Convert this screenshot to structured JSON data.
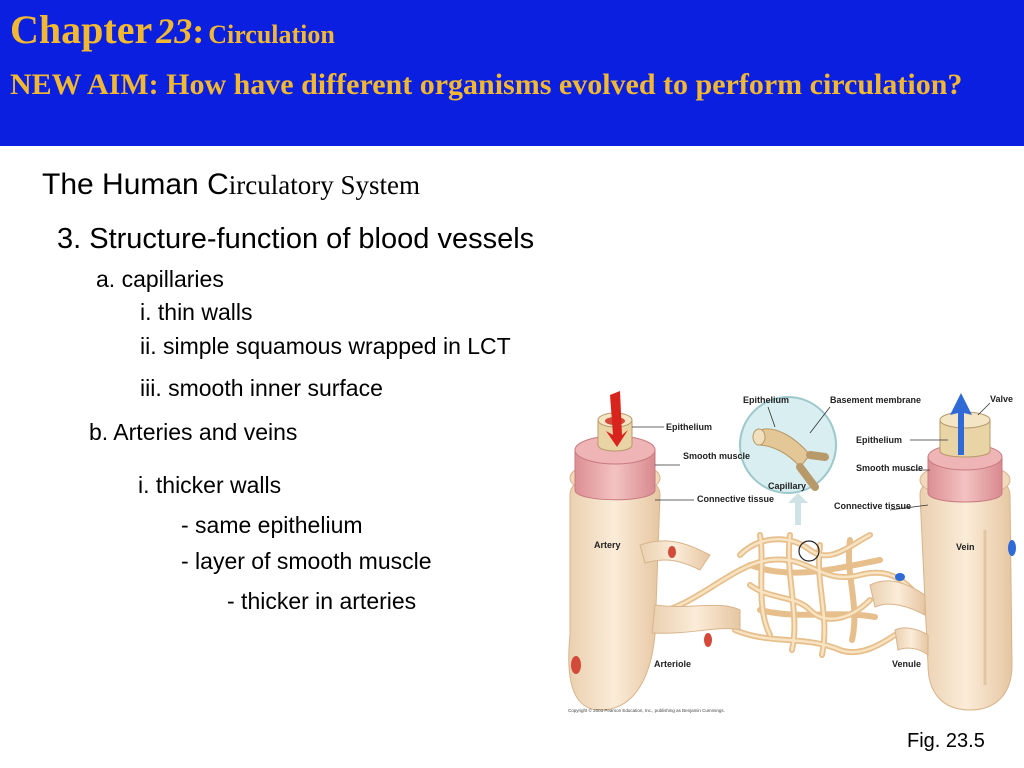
{
  "header": {
    "chapter_word": "Chapter",
    "chapter_number": "23",
    "chapter_colon": ":",
    "chapter_topic": "Circulation",
    "aim": "NEW AIM: How have different organisms evolved to perform circulation?"
  },
  "section": {
    "title_sans": "The Human C",
    "title_serif": "irculatory System"
  },
  "outline": {
    "point3": "3. Structure-function of blood vessels",
    "a": "a. capillaries",
    "a_i": "i. thin walls",
    "a_ii": "ii. simple squamous wrapped in LCT",
    "a_iii": "iii. smooth inner surface",
    "b": "b. Arteries and veins",
    "b_i": "i. thicker walls",
    "b_dash1": "- same epithelium",
    "b_dash2": "- layer of smooth muscle",
    "b_dash3": "- thicker in arteries"
  },
  "figure": {
    "labels": {
      "epithelium_left": "Epithelium",
      "smooth_muscle_left": "Smooth muscle",
      "connective_left": "Connective tissue",
      "artery": "Artery",
      "arteriole": "Arteriole",
      "epithelium_cap": "Epithelium",
      "basement": "Basement membrane",
      "capillary": "Capillary",
      "valve": "Valve",
      "epithelium_right": "Epithelium",
      "smooth_muscle_right": "Smooth muscle",
      "connective_right": "Connective tissue",
      "vein": "Vein",
      "venule": "Venule"
    },
    "copyright": "Copyright © 2003 Pearson Education, Inc., publishing as Benjamin Cummings."
  },
  "caption": "Fig. 23.5",
  "colors": {
    "header_bg": "#0a1fe0",
    "header_text": "#f2b830",
    "vessel": "#f3dcc0",
    "muscle": "#e9a3a6",
    "artery_arrow": "#d8241c",
    "vein_arrow": "#2f6ad6"
  }
}
